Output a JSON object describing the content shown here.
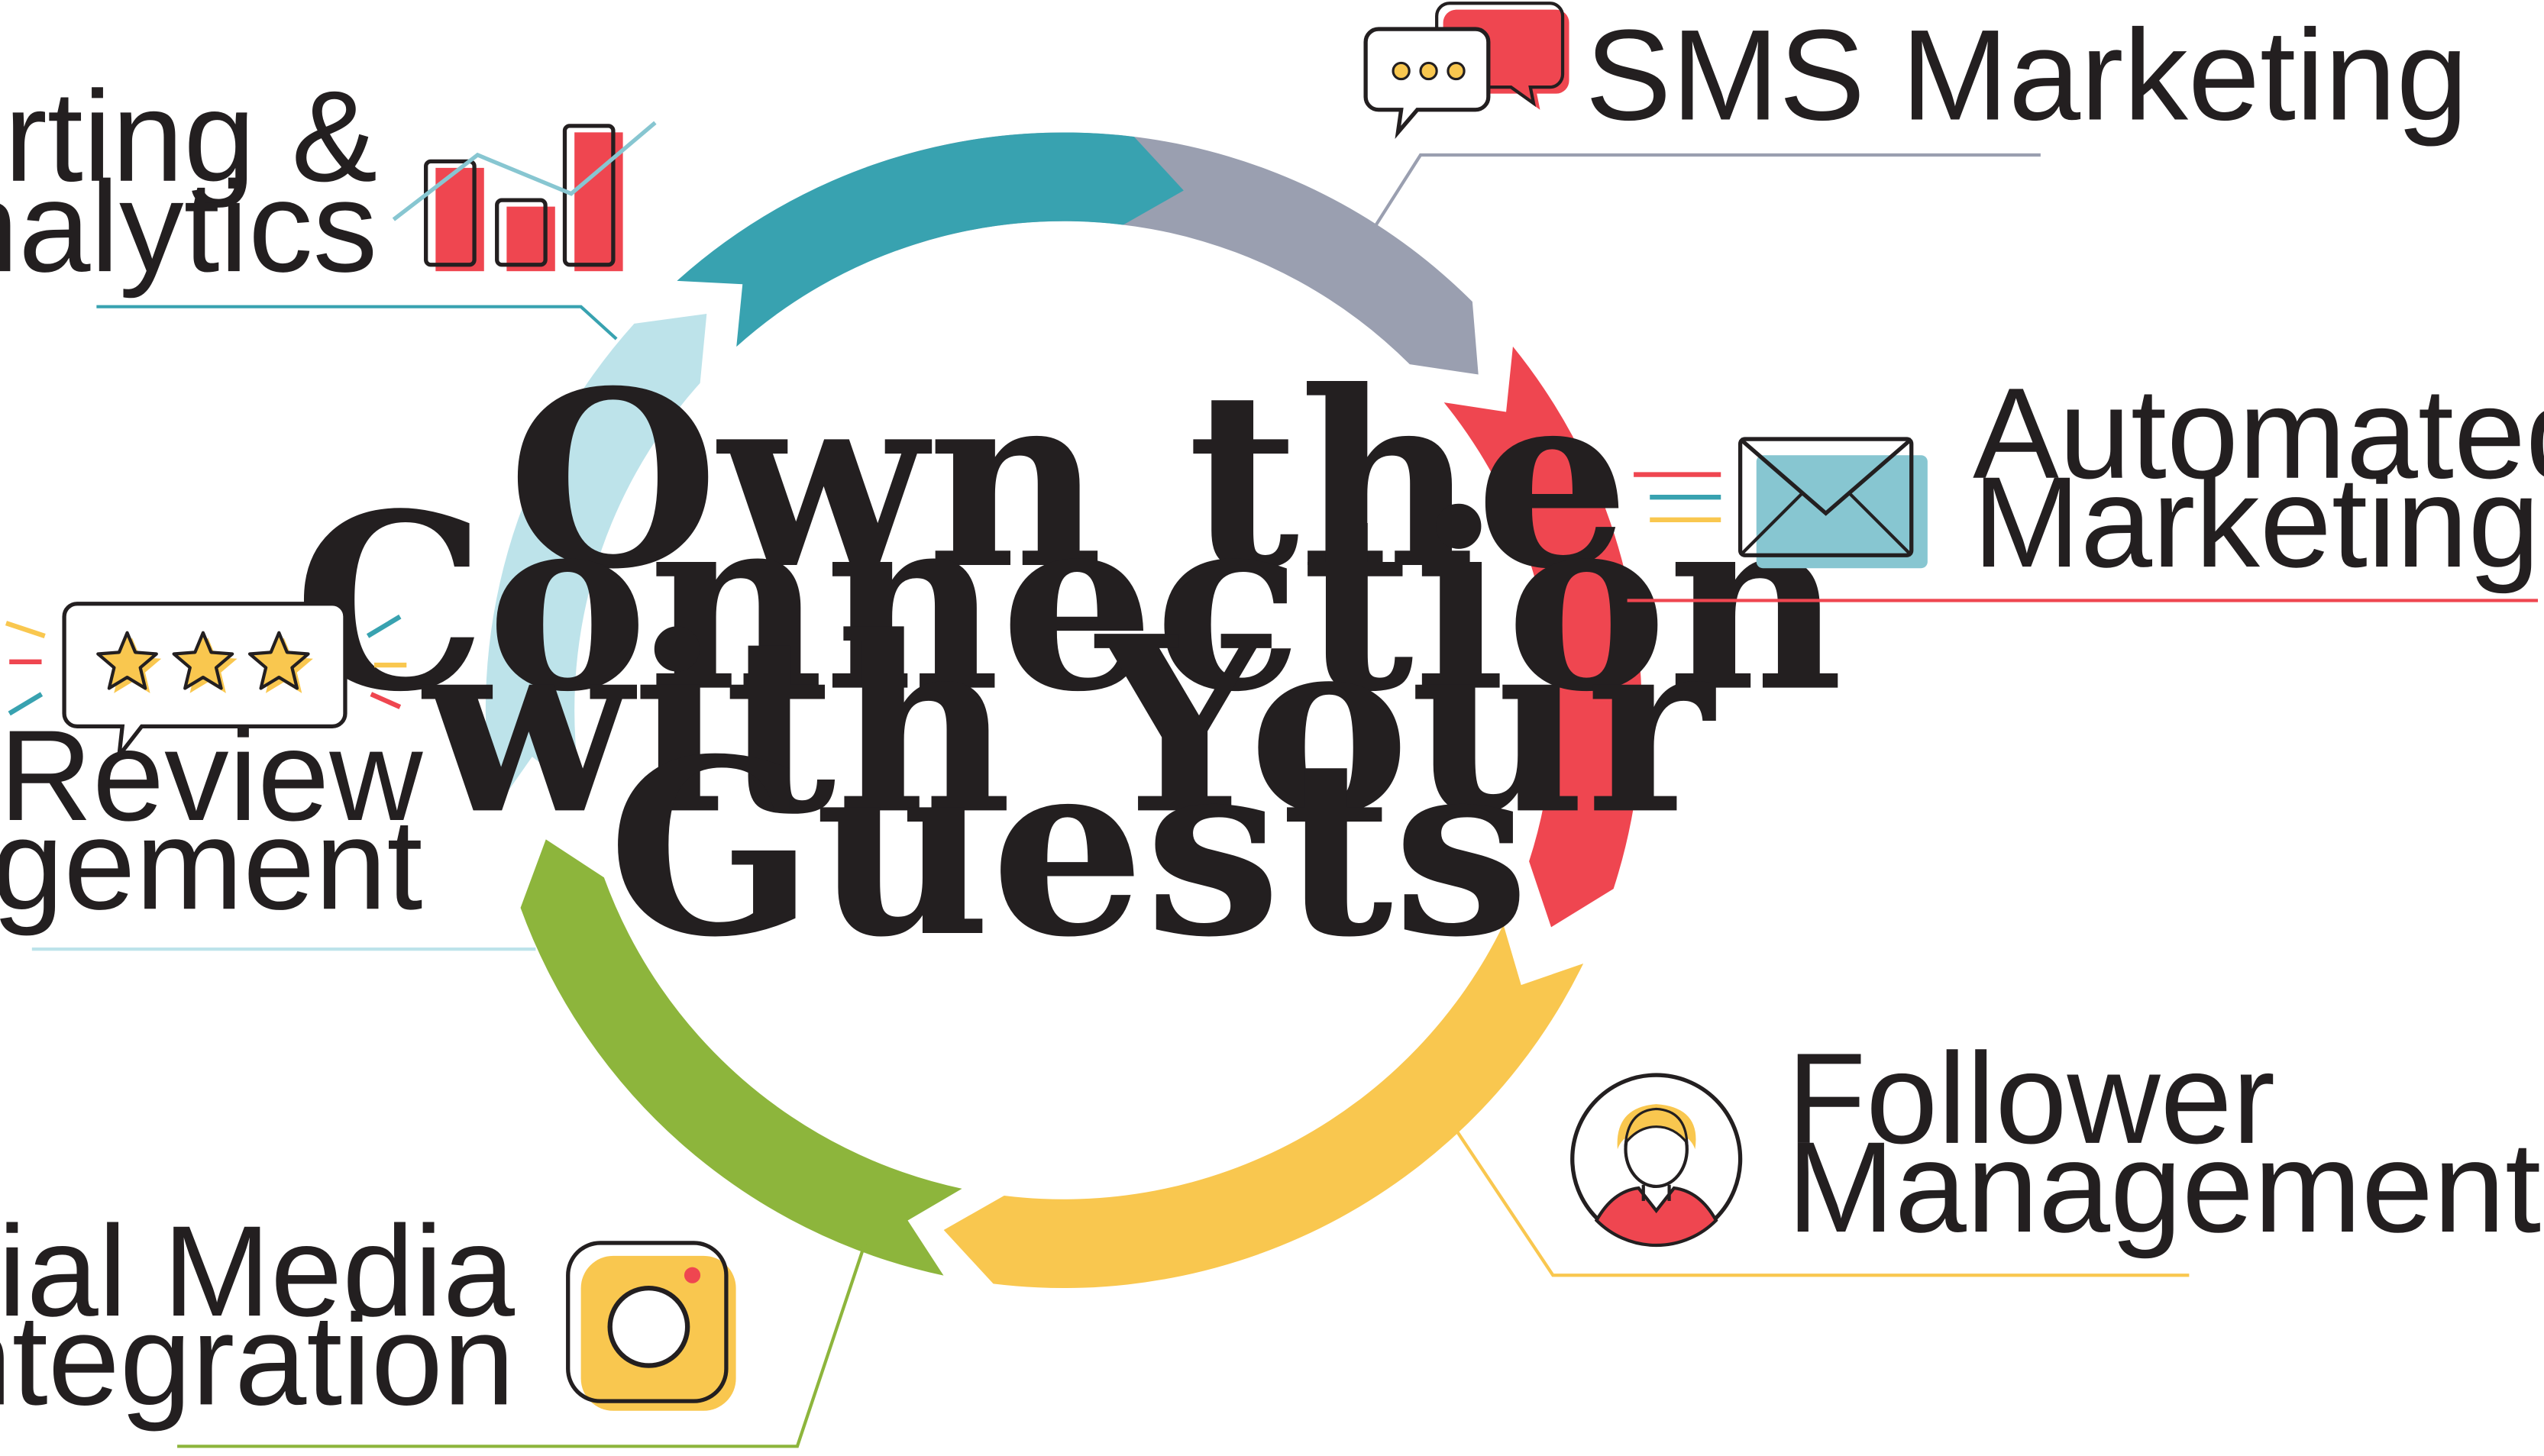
{
  "title_lines": [
    "Own the",
    "Connection",
    "with Your",
    "Guests"
  ],
  "colors": {
    "sms": "#9a9fb0",
    "email": "#ef4650",
    "follower": "#f9c74f",
    "social": "#8db53c",
    "review": "#bde3ea",
    "reporting": "#38a2b0",
    "outline": "#231f20"
  },
  "segments": [
    {
      "id": "sms",
      "label_lines": [
        "SMS Marketing"
      ],
      "icon": "chat-bubbles-icon"
    },
    {
      "id": "email",
      "label_lines": [
        "Automated Email",
        "Marketing & Offers"
      ],
      "icon": "envelope-icon"
    },
    {
      "id": "follower",
      "label_lines": [
        "Follower",
        "Management"
      ],
      "icon": "user-avatar-icon"
    },
    {
      "id": "social",
      "label_lines": [
        "Social Media",
        "Integration"
      ],
      "icon": "instagram-camera-icon"
    },
    {
      "id": "review",
      "label_lines": [
        "Review",
        "Management"
      ],
      "icon": "star-rating-icon"
    },
    {
      "id": "reporting",
      "label_lines": [
        "Reporting &",
        "Analytics"
      ],
      "icon": "bar-chart-icon"
    }
  ]
}
